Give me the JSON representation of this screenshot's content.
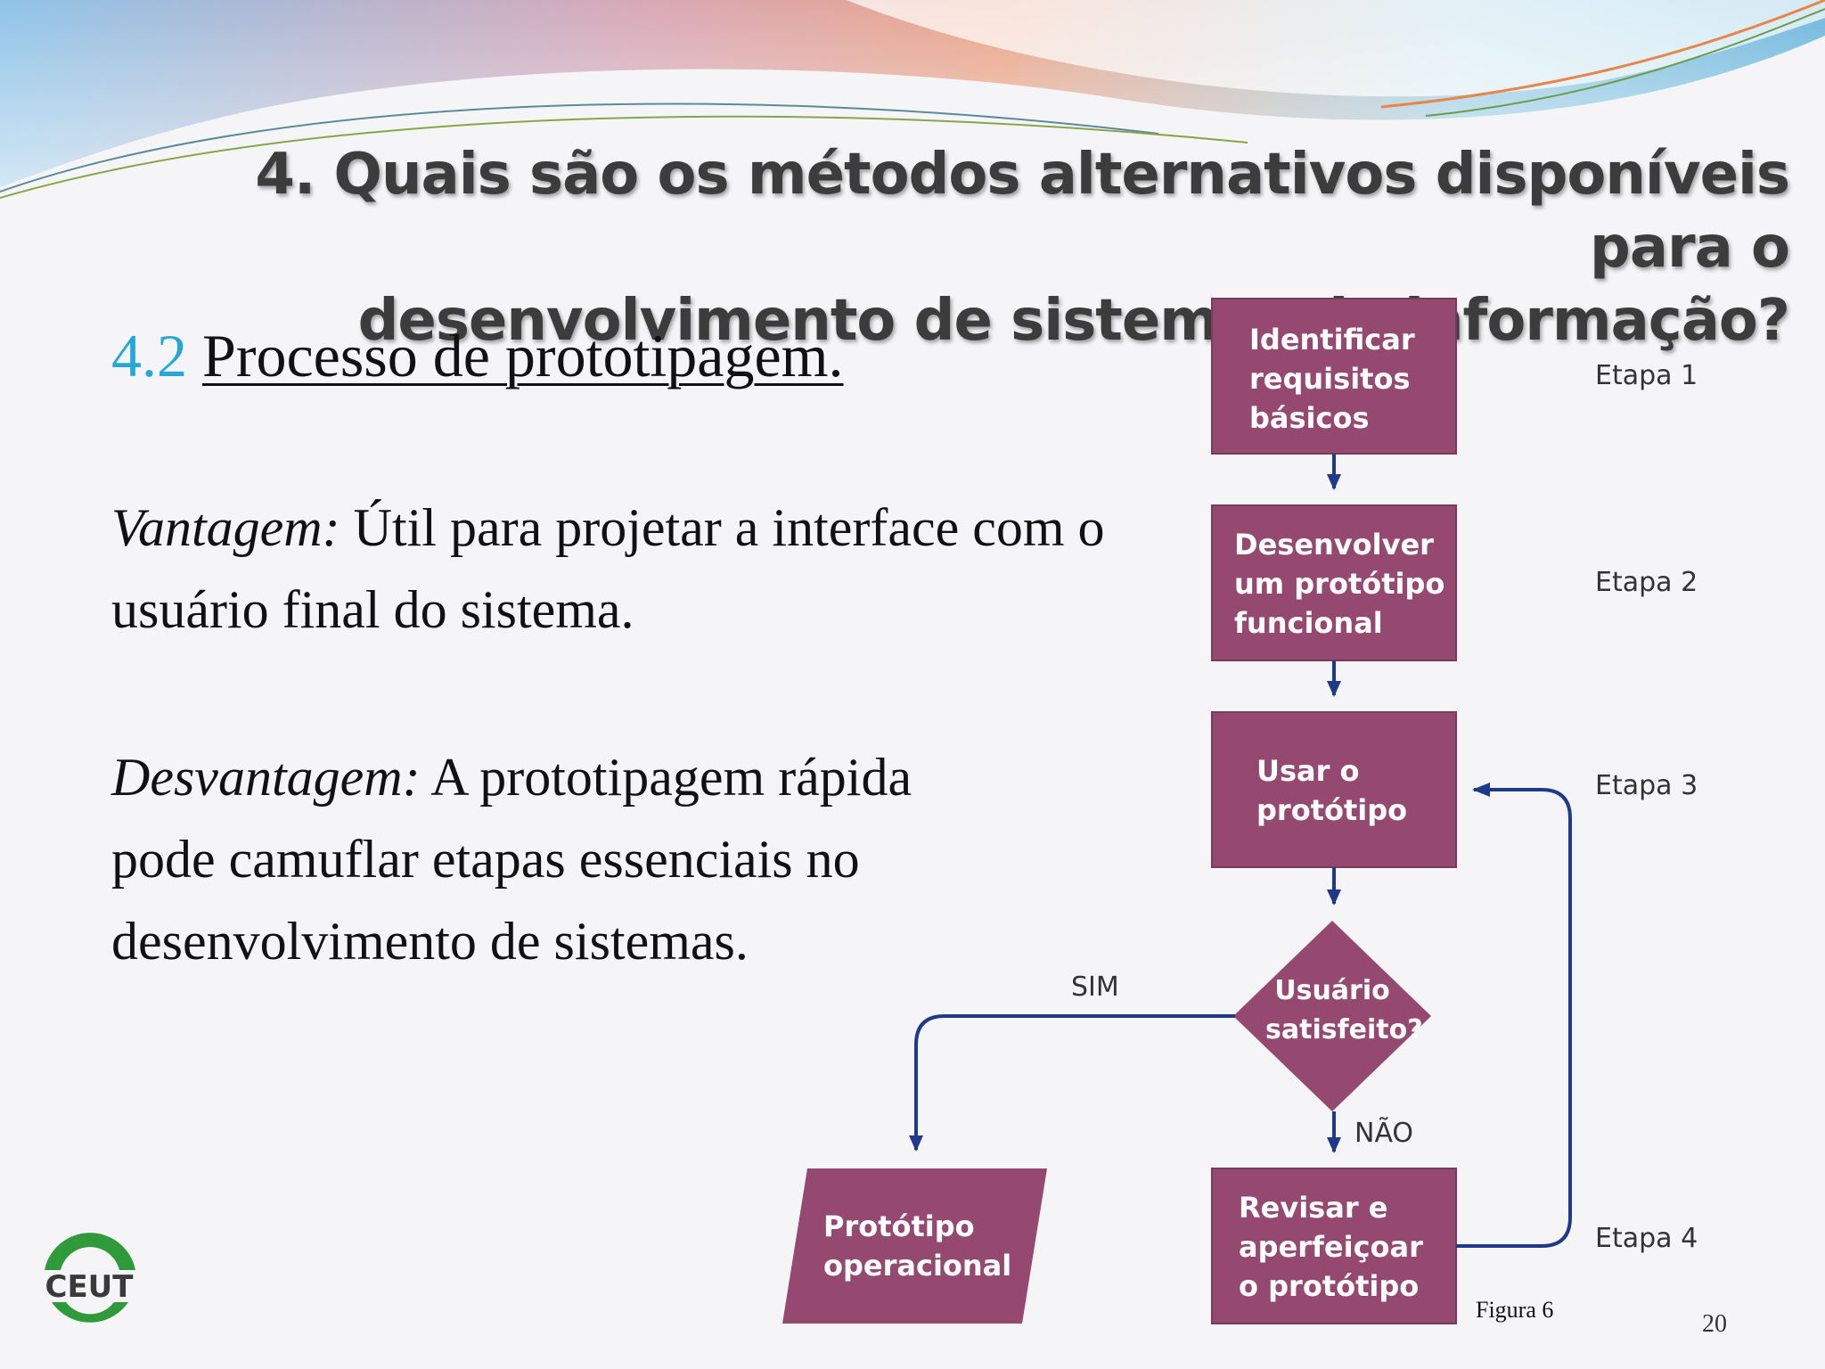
{
  "title": {
    "line1": "4. Quais são os métodos alternativos disponíveis para o",
    "line2": "desenvolvimento de sistemas de informação?"
  },
  "section": {
    "number": "4.2",
    "heading": "Processo de prototipagem."
  },
  "advantage": {
    "label": "Vantagem:",
    "text": " Útil para projetar a interface com o usuário final do sistema."
  },
  "disadvantage": {
    "label": "Desvantagem:",
    "text": " A prototipagem rápida pode camuflar etapas essenciais no desenvolvimento de sistemas."
  },
  "flowchart": {
    "box1": [
      "Identificar",
      "requisitos",
      "básicos"
    ],
    "box2": [
      "Desenvolver",
      "um protótipo",
      "funcional"
    ],
    "box3": [
      "Usar o",
      "protótipo"
    ],
    "decision": [
      "Usuário",
      "satisfeito?"
    ],
    "box4": [
      "Revisar e",
      "aperfeiçoar",
      "o protótipo"
    ],
    "output": [
      "Protótipo",
      "operacional"
    ],
    "yes_label": "SIM",
    "no_label": "NÃO",
    "stages": [
      "Etapa 1",
      "Etapa 2",
      "Etapa 3",
      "Etapa 4"
    ]
  },
  "caption": "Figura 6",
  "page_number": "20",
  "logo_text": "CEUT",
  "colors": {
    "box_fill": "#954870",
    "arrow": "#1f3a8a",
    "section_number": "#27a7d8",
    "logo_green": "#2f9a3a"
  }
}
